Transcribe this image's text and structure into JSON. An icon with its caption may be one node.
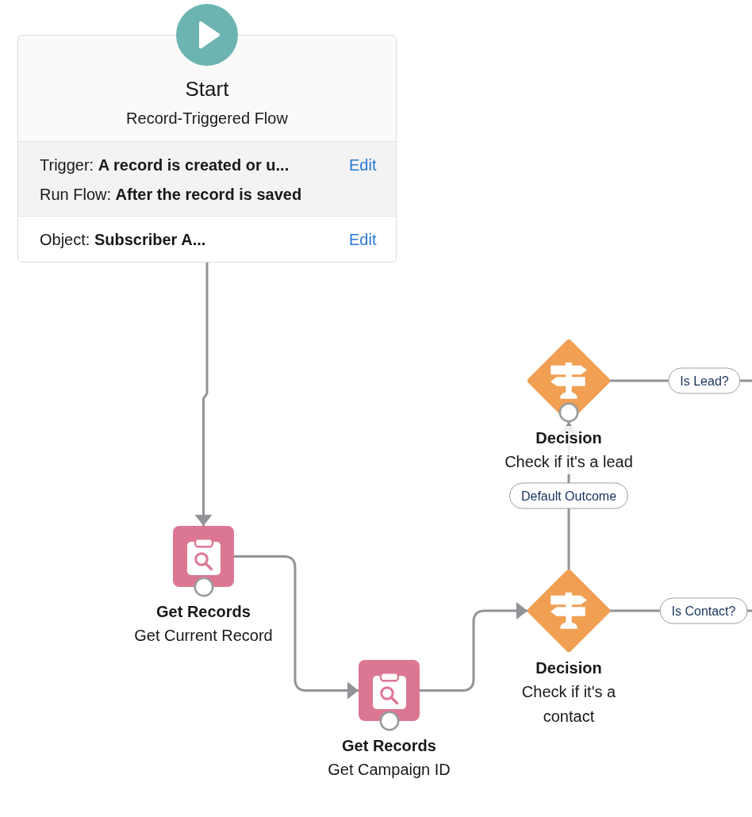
{
  "diagram": {
    "nodes": [
      {
        "text": [
          "Start",
          "Record-Triggered Flow"
        ]
      },
      {
        "text": [
          "Trigger: **A record is created or u...**",
          "Edit",
          "Run Flow: **After the record is saved**"
        ],
        "in": 0
      },
      {
        "text": [
          "Object: **Subscriber A...**",
          "Edit"
        ],
        "in": 0
      },
      {
        "text": [
          "Decision",
          "Check if it's a lead"
        ]
      },
      {
        "text": [
          "Get Records",
          "Get Current Record"
        ]
      },
      {
        "text": [
          "Decision",
          "Check if it's a contact"
        ]
      },
      {
        "text": [
          "Get Records",
          "Get Campaign ID"
        ]
      }
    ],
    "edges": [
      {
        "from": 0,
        "to": 4,
        "arrow": "to"
      },
      {
        "from": 4,
        "to": 6,
        "arrow": "to"
      },
      {
        "from": 6,
        "to": 5,
        "arrow": "to"
      },
      {
        "from": 5,
        "to": 3,
        "arrow": "to",
        "label": "Default Outcome"
      },
      {
        "from": 3,
        "to": null,
        "arrow": "none",
        "label": "Is Lead?"
      },
      {
        "from": 5,
        "to": null,
        "arrow": "none",
        "label": "Is Contact?"
      }
    ]
  }
}
